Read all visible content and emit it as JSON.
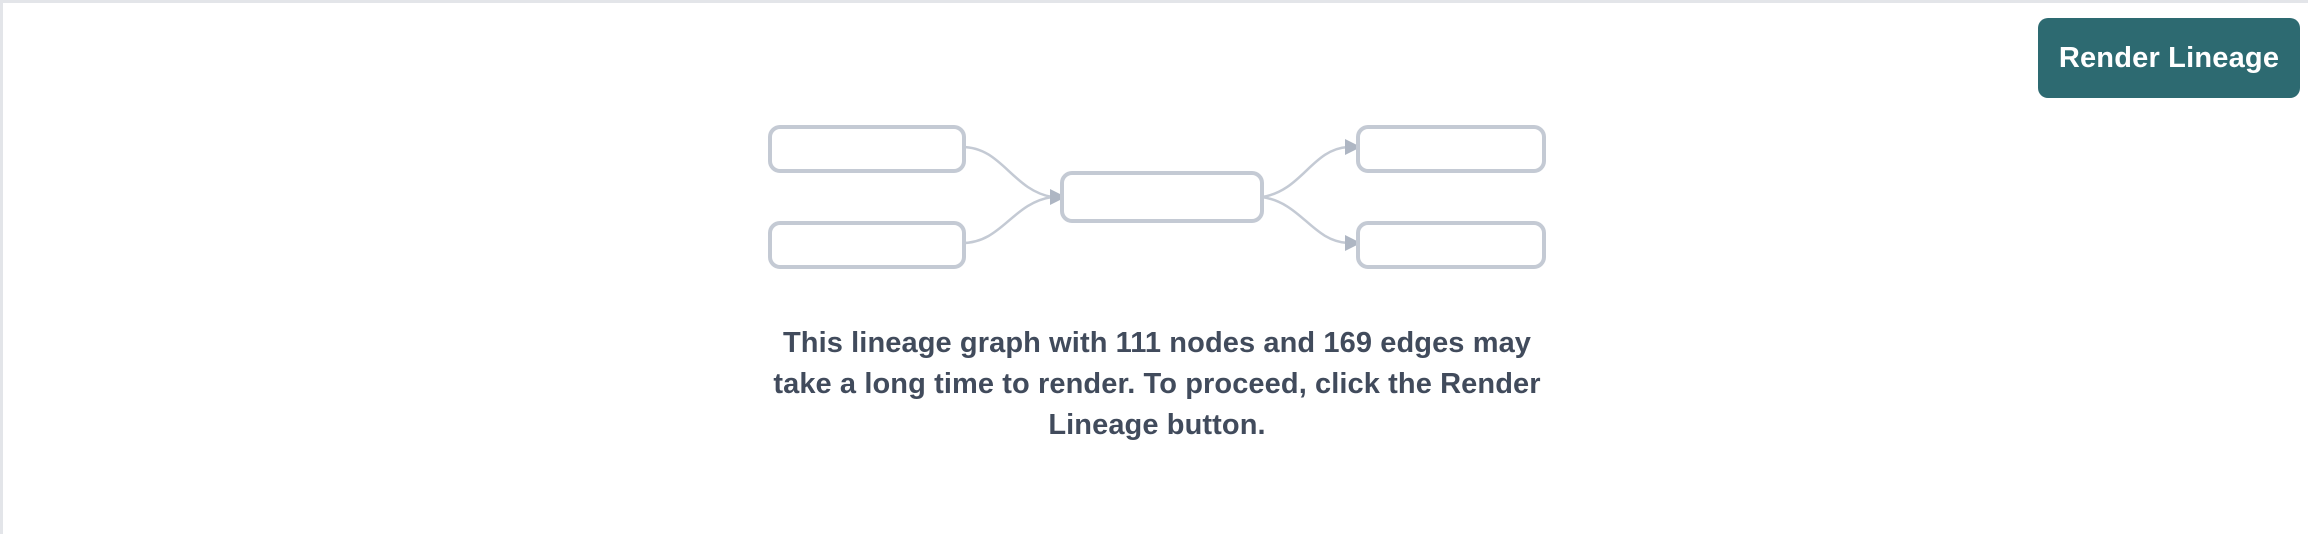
{
  "panel": {
    "background_color": "#ffffff",
    "border_color": "#e3e5e9"
  },
  "toolbar": {
    "render_lineage_label": "Render Lineage",
    "button_color": "#2d6a71",
    "button_text_color": "#ffffff"
  },
  "empty_state": {
    "message": "This lineage graph with 111 nodes and 169 edges may take a long time to render. To proceed, click the Render Lineage button.",
    "message_color": "#414b5c",
    "node_count": 111,
    "edge_count": 169,
    "illustration": {
      "node_stroke_color": "#c4cad4",
      "node_fill_color": "#ffffff",
      "edge_color": "#c4cad4",
      "nodes": [
        {
          "id": "upstream-1",
          "column": "left",
          "row": "top"
        },
        {
          "id": "upstream-2",
          "column": "left",
          "row": "bottom"
        },
        {
          "id": "focus",
          "column": "center",
          "row": "middle"
        },
        {
          "id": "downstream-1",
          "column": "right",
          "row": "top"
        },
        {
          "id": "downstream-2",
          "column": "right",
          "row": "bottom"
        }
      ],
      "edges": [
        {
          "from": "upstream-1",
          "to": "focus"
        },
        {
          "from": "upstream-2",
          "to": "focus"
        },
        {
          "from": "focus",
          "to": "downstream-1"
        },
        {
          "from": "focus",
          "to": "downstream-2"
        }
      ]
    }
  }
}
